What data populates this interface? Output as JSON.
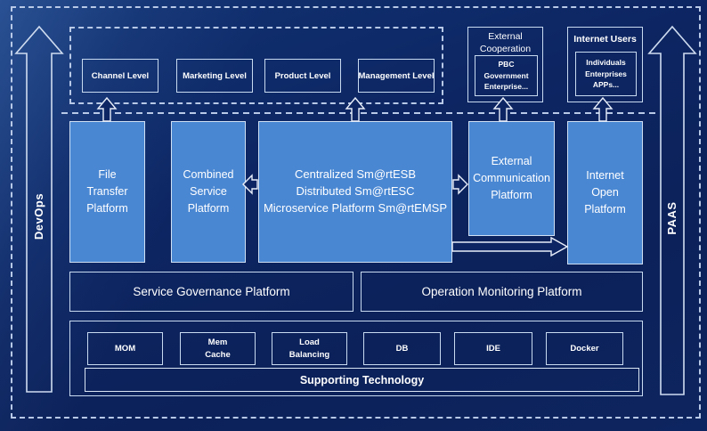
{
  "diagram": {
    "left_rail": {
      "label": "DevOps"
    },
    "right_rail": {
      "label": "PAAS"
    },
    "levels": {
      "items": [
        "Channel Level",
        "Marketing Level",
        "Product Level",
        "Management Level"
      ]
    },
    "external_cooperation": {
      "title": "External Cooperation",
      "members": "PBC Government\nEnterprise..."
    },
    "internet_users": {
      "title": "Internet Users",
      "members": "Individuals\nEnterprises\nAPPs..."
    },
    "platforms": {
      "file_transfer": "File\nTransfer\nPlatform",
      "combined_service": "Combined\nService\nPlatform",
      "esb_suite": "Centralized Sm@rtESB\nDistributed Sm@rtESC\nMicroservice Platform Sm@rtEMSP",
      "external_communication": "External\nCommunication\nPlatform",
      "internet_open": "Internet\nOpen\nPlatform"
    },
    "management_row": {
      "service_governance": "Service Governance Platform",
      "operation_monitoring": "Operation Monitoring Platform"
    },
    "supporting": {
      "technologies": [
        "MOM",
        "Mem\nCache",
        "Load\nBalancing",
        "DB",
        "IDE",
        "Docker"
      ],
      "bar_label": "Supporting Technology"
    },
    "colors": {
      "background": "#0c2159",
      "platform_fill": "#4a87d3",
      "line": "#c7daf0",
      "text": "#ffffff"
    }
  }
}
